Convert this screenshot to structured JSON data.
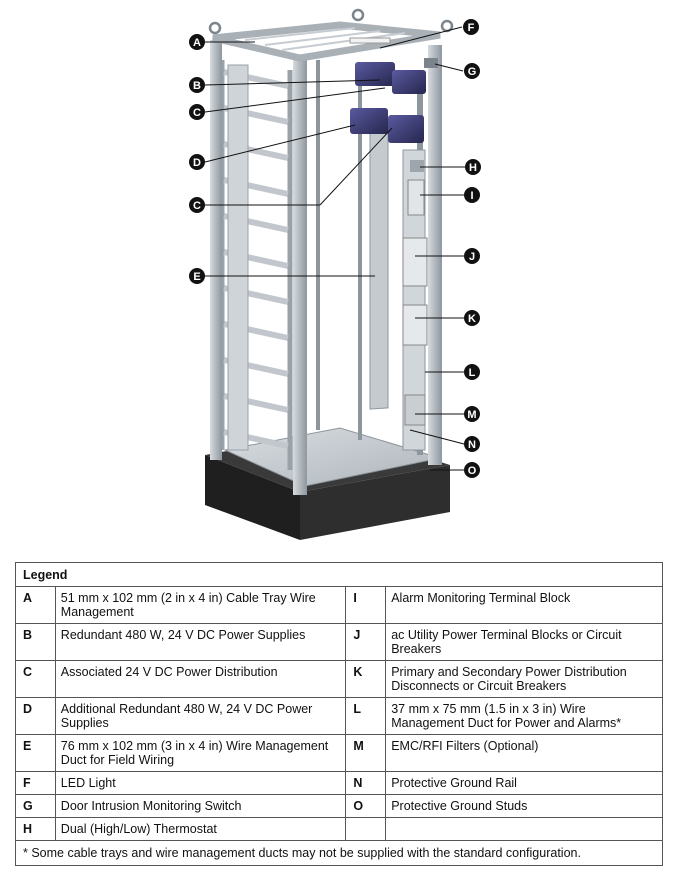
{
  "legend": {
    "title": "Legend",
    "rows": [
      {
        "left_key": "A",
        "left_desc": "51 mm x 102 mm (2 in x 4 in) Cable Tray Wire Management",
        "right_key": "I",
        "right_desc": "Alarm Monitoring Terminal Block"
      },
      {
        "left_key": "B",
        "left_desc": "Redundant 480 W, 24 V DC Power Supplies",
        "right_key": "J",
        "right_desc": "ac Utility Power Terminal Blocks or Circuit Breakers"
      },
      {
        "left_key": "C",
        "left_desc": "Associated 24 V DC Power Distribution",
        "right_key": "K",
        "right_desc": "Primary and Secondary Power Distribution Disconnects or Circuit Breakers"
      },
      {
        "left_key": "D",
        "left_desc": "Additional Redundant 480 W, 24 V DC Power Supplies",
        "right_key": "L",
        "right_desc": "37 mm x 75 mm (1.5 in x 3 in) Wire Management Duct for Power and Alarms*"
      },
      {
        "left_key": "E",
        "left_desc": "76 mm x 102 mm (3 in x 4 in) Wire Management Duct for Field Wiring",
        "right_key": "M",
        "right_desc": "EMC/RFI Filters (Optional)"
      },
      {
        "left_key": "F",
        "left_desc": "LED Light",
        "right_key": "N",
        "right_desc": "Protective Ground Rail"
      },
      {
        "left_key": "G",
        "left_desc": "Door Intrusion Monitoring Switch",
        "right_key": "O",
        "right_desc": "Protective Ground Studs"
      },
      {
        "left_key": "H",
        "left_desc": "Dual (High/Low) Thermostat",
        "right_key": "",
        "right_desc": ""
      }
    ],
    "footnote": "* Some cable trays and wire management ducts may not be supplied with the standard configuration."
  },
  "callouts": [
    "A",
    "B",
    "C",
    "D",
    "C",
    "E",
    "F",
    "G",
    "H",
    "I",
    "J",
    "K",
    "L",
    "M",
    "N",
    "O"
  ],
  "colors": {
    "frame": "#b9c0c6",
    "frame_dark": "#8e969d",
    "plinth": "#2c2c2c",
    "power_supply": "#3a3a78",
    "callout": "#111111"
  }
}
